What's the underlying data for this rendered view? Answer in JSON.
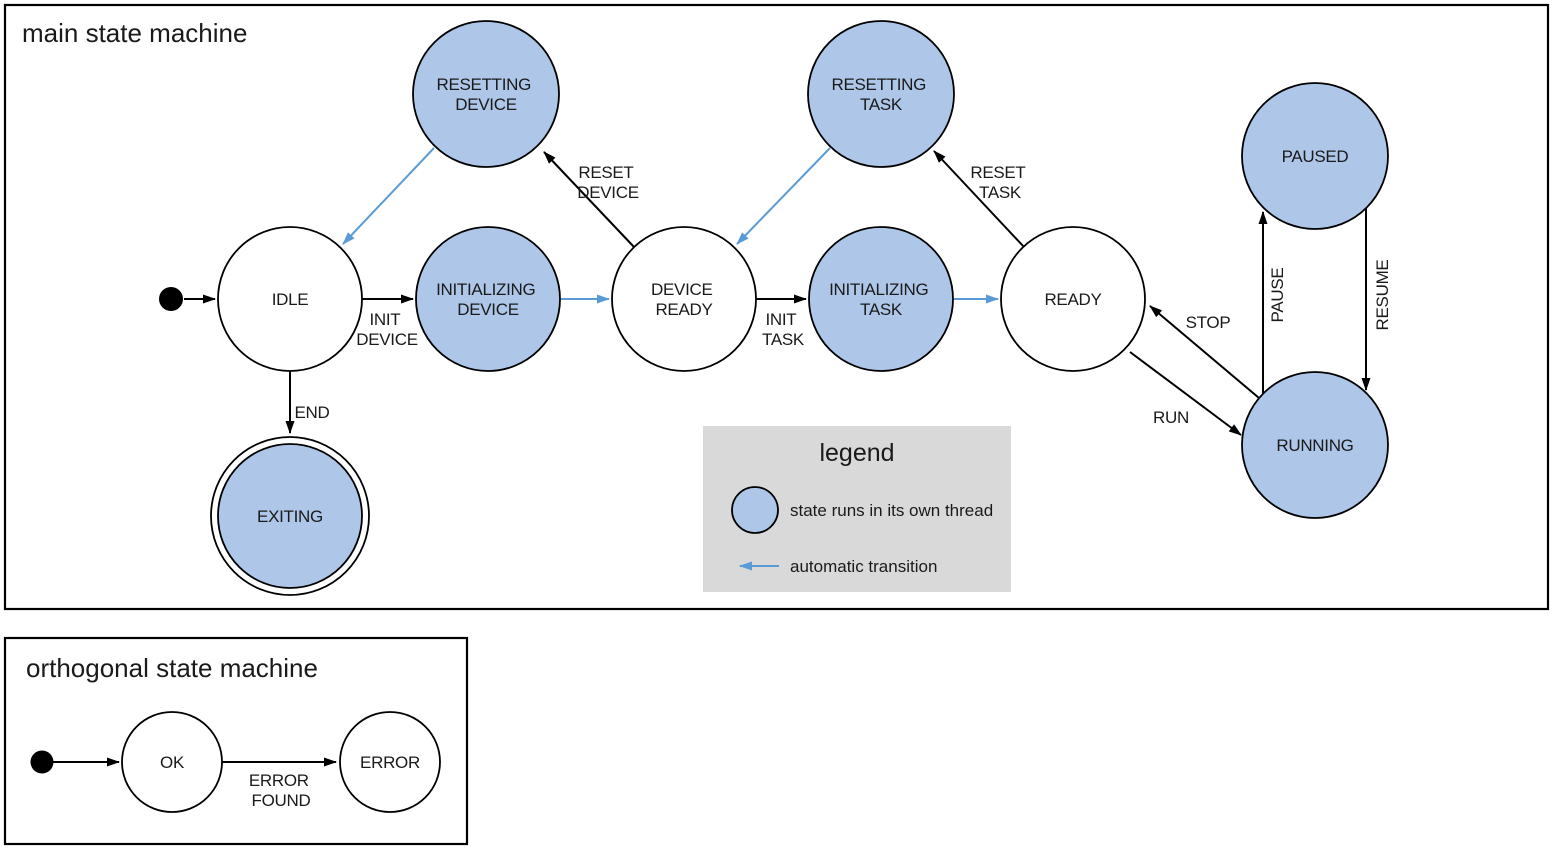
{
  "colors": {
    "threaded_state_fill": "#aec6e8",
    "normal_state_fill": "#ffffff",
    "auto_transition_blue": "#5b9bd5",
    "legend_background": "#d9d9d9",
    "line_color": "#000000"
  },
  "main_machine": {
    "title": "main state machine",
    "states": {
      "idle": {
        "label": "IDLE"
      },
      "initializing_device": {
        "line1": "INITIALIZING",
        "line2": "DEVICE"
      },
      "device_ready": {
        "line1": "DEVICE",
        "line2": "READY"
      },
      "initializing_task": {
        "line1": "INITIALIZING",
        "line2": "TASK"
      },
      "ready": {
        "label": "READY"
      },
      "resetting_device": {
        "line1": "RESETTING",
        "line2": "DEVICE"
      },
      "resetting_task": {
        "line1": "RESETTING",
        "line2": "TASK"
      },
      "paused": {
        "label": "PAUSED"
      },
      "running": {
        "label": "RUNNING"
      },
      "exiting": {
        "label": "EXITING"
      }
    },
    "transitions": {
      "init_device": {
        "line1": "INIT",
        "line2": "DEVICE"
      },
      "init_task": {
        "line1": "INIT",
        "line2": "TASK"
      },
      "reset_device": {
        "line1": "RESET",
        "line2": "DEVICE"
      },
      "reset_task": {
        "line1": "RESET",
        "line2": "TASK"
      },
      "run": {
        "label": "RUN"
      },
      "stop": {
        "label": "STOP"
      },
      "pause": {
        "label": "PAUSE"
      },
      "resume": {
        "label": "RESUME"
      },
      "end": {
        "label": "END"
      }
    }
  },
  "legend": {
    "title": "legend",
    "threaded_item": "state runs in its own thread",
    "auto_item": "automatic transition"
  },
  "orthogonal_machine": {
    "title": "orthogonal state machine",
    "states": {
      "ok": {
        "label": "OK"
      },
      "error": {
        "label": "ERROR"
      }
    },
    "transitions": {
      "error_found": {
        "line1": "ERROR",
        "line2": "FOUND"
      }
    }
  }
}
